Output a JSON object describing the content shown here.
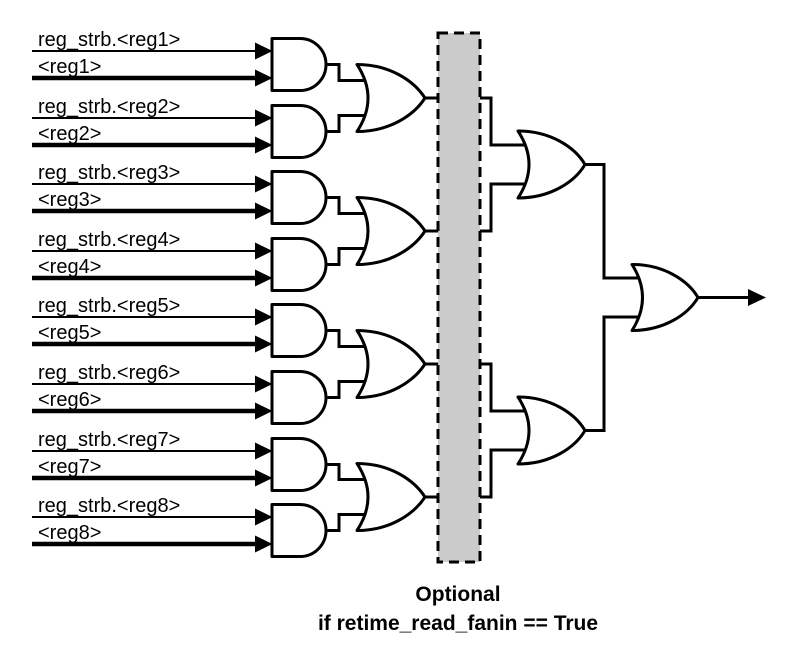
{
  "inputs": [
    {
      "strobe": "reg_strb.<reg1>",
      "value": "<reg1>"
    },
    {
      "strobe": "reg_strb.<reg2>",
      "value": "<reg2>"
    },
    {
      "strobe": "reg_strb.<reg3>",
      "value": "<reg3>"
    },
    {
      "strobe": "reg_strb.<reg4>",
      "value": "<reg4>"
    },
    {
      "strobe": "reg_strb.<reg5>",
      "value": "<reg5>"
    },
    {
      "strobe": "reg_strb.<reg6>",
      "value": "<reg6>"
    },
    {
      "strobe": "reg_strb.<reg7>",
      "value": "<reg7>"
    },
    {
      "strobe": "reg_strb.<reg8>",
      "value": "<reg8>"
    }
  ],
  "caption": {
    "line1": "Optional",
    "line2": "if retime_read_fanin == True"
  },
  "colors": {
    "stroke": "#000000",
    "gate_fill": "#ffffff",
    "optional_fill": "#cbcbcb"
  }
}
